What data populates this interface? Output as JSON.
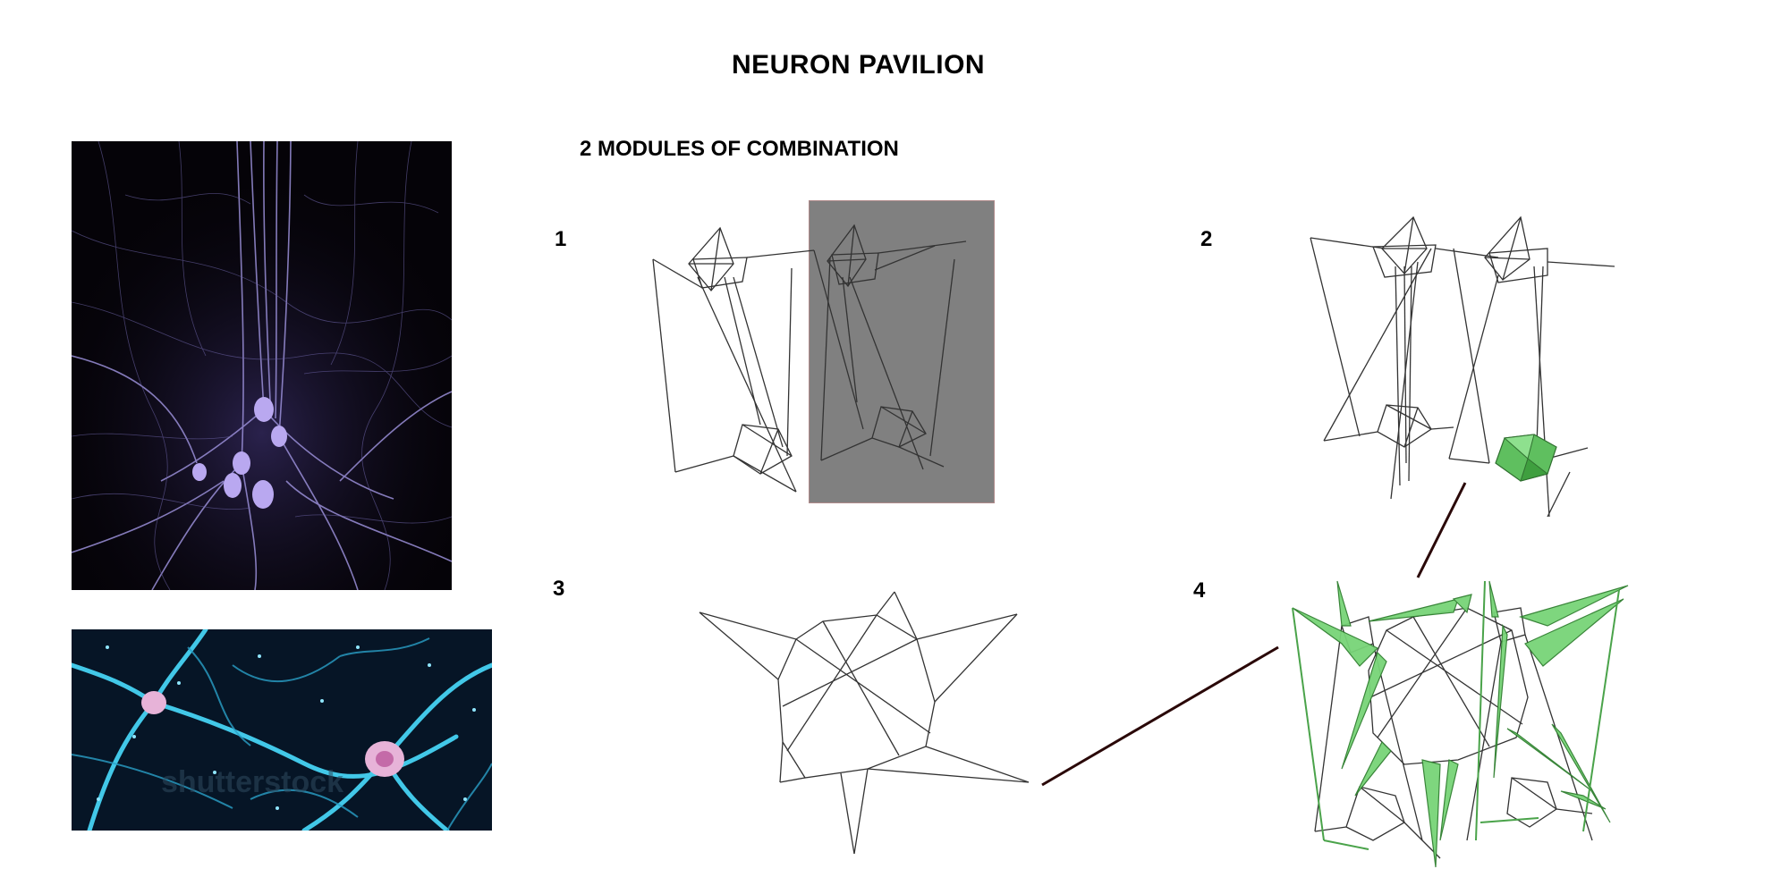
{
  "title": "NEURON PAVILION",
  "subtitle": "2 MODULES OF COMBINATION",
  "panels": [
    {
      "number": "1"
    },
    {
      "number": "2"
    },
    {
      "number": "3"
    },
    {
      "number": "4"
    }
  ],
  "photos": {
    "top": {
      "subject": "neuron-network-purple"
    },
    "bottom": {
      "subject": "neuron-network-cyan",
      "watermark": "shutterstock"
    }
  },
  "colors": {
    "wire": "#333333",
    "accent_green": "#5fbf5f",
    "connector": "#2a0808",
    "highlight_box": "#808080"
  }
}
